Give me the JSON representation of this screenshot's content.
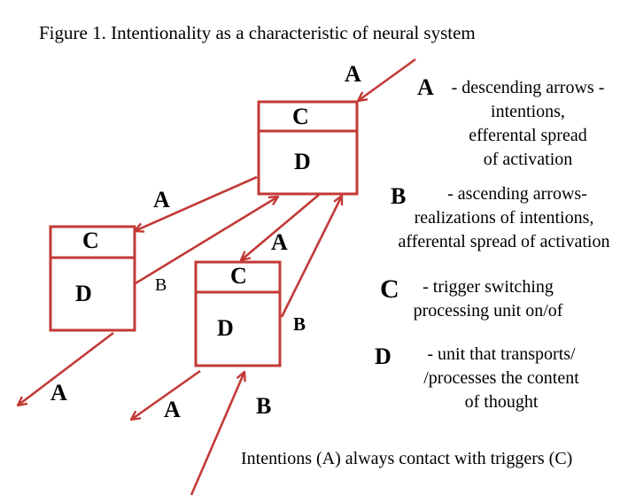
{
  "figure": {
    "title": "Figure 1. Intentionality as a characteristic of neural system",
    "accent_color": "#c23a36"
  },
  "units": [
    {
      "top_label": "C",
      "bottom_label": "D"
    },
    {
      "top_label": "C",
      "bottom_label": "D"
    },
    {
      "top_label": "C",
      "bottom_label": "D"
    }
  ],
  "arrow_labels": {
    "a_top": "A",
    "a_left": "A",
    "a_mid": "A",
    "a_bottom_left": "A",
    "a_bottom_mid": "A",
    "b_left": "B",
    "b_right": "B",
    "b_bottom": "B"
  },
  "legend": {
    "a_letter": "A",
    "a_text": [
      "- descending arrows -",
      "intentions,",
      "efferental spread",
      "of activation"
    ],
    "b_letter": "B",
    "b_text": [
      "- ascending arrows-",
      "realizations of intentions,",
      "afferental spread of activation"
    ],
    "c_letter": "C",
    "c_text": [
      "-  trigger switching",
      "processing unit on/of"
    ],
    "d_letter": "D",
    "d_text": [
      "-   unit that transports/",
      "/processes the content",
      "of thought"
    ]
  },
  "footnote": "Intentions (A) always contact with triggers (C)"
}
